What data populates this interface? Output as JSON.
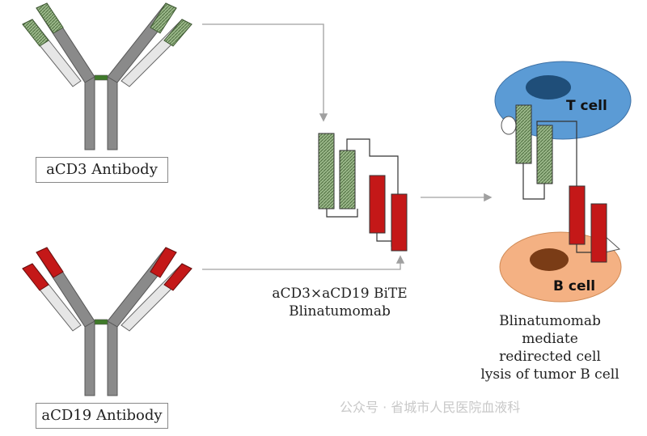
{
  "labels": {
    "acd3_antibody": "aCD3 Antibody",
    "acd19_antibody": "aCD19 Antibody",
    "bite_line1": "aCD3×aCD19 BiTE",
    "bite_line2": "Blinatumomab",
    "t_cell": "T cell",
    "b_cell": "B cell",
    "result_line1": "Blinatumomab",
    "result_line2": "mediate",
    "result_line3": "redirected cell",
    "result_line4": "lysis of tumor B cell"
  },
  "watermark": "公众号 · 省城市人民医院血液科",
  "colors": {
    "heavy_chain": "#8a8a8a",
    "light_chain": "#e6e6e6",
    "cd3_domain": "#8aa87a",
    "cd19_domain": "#c41818",
    "t_cell_fill": "#5b9bd5",
    "t_cell_nucleus": "#1f4e79",
    "b_cell_fill": "#f4b183",
    "b_cell_nucleus": "#7a3c16",
    "arrow": "#a0a0a0"
  }
}
